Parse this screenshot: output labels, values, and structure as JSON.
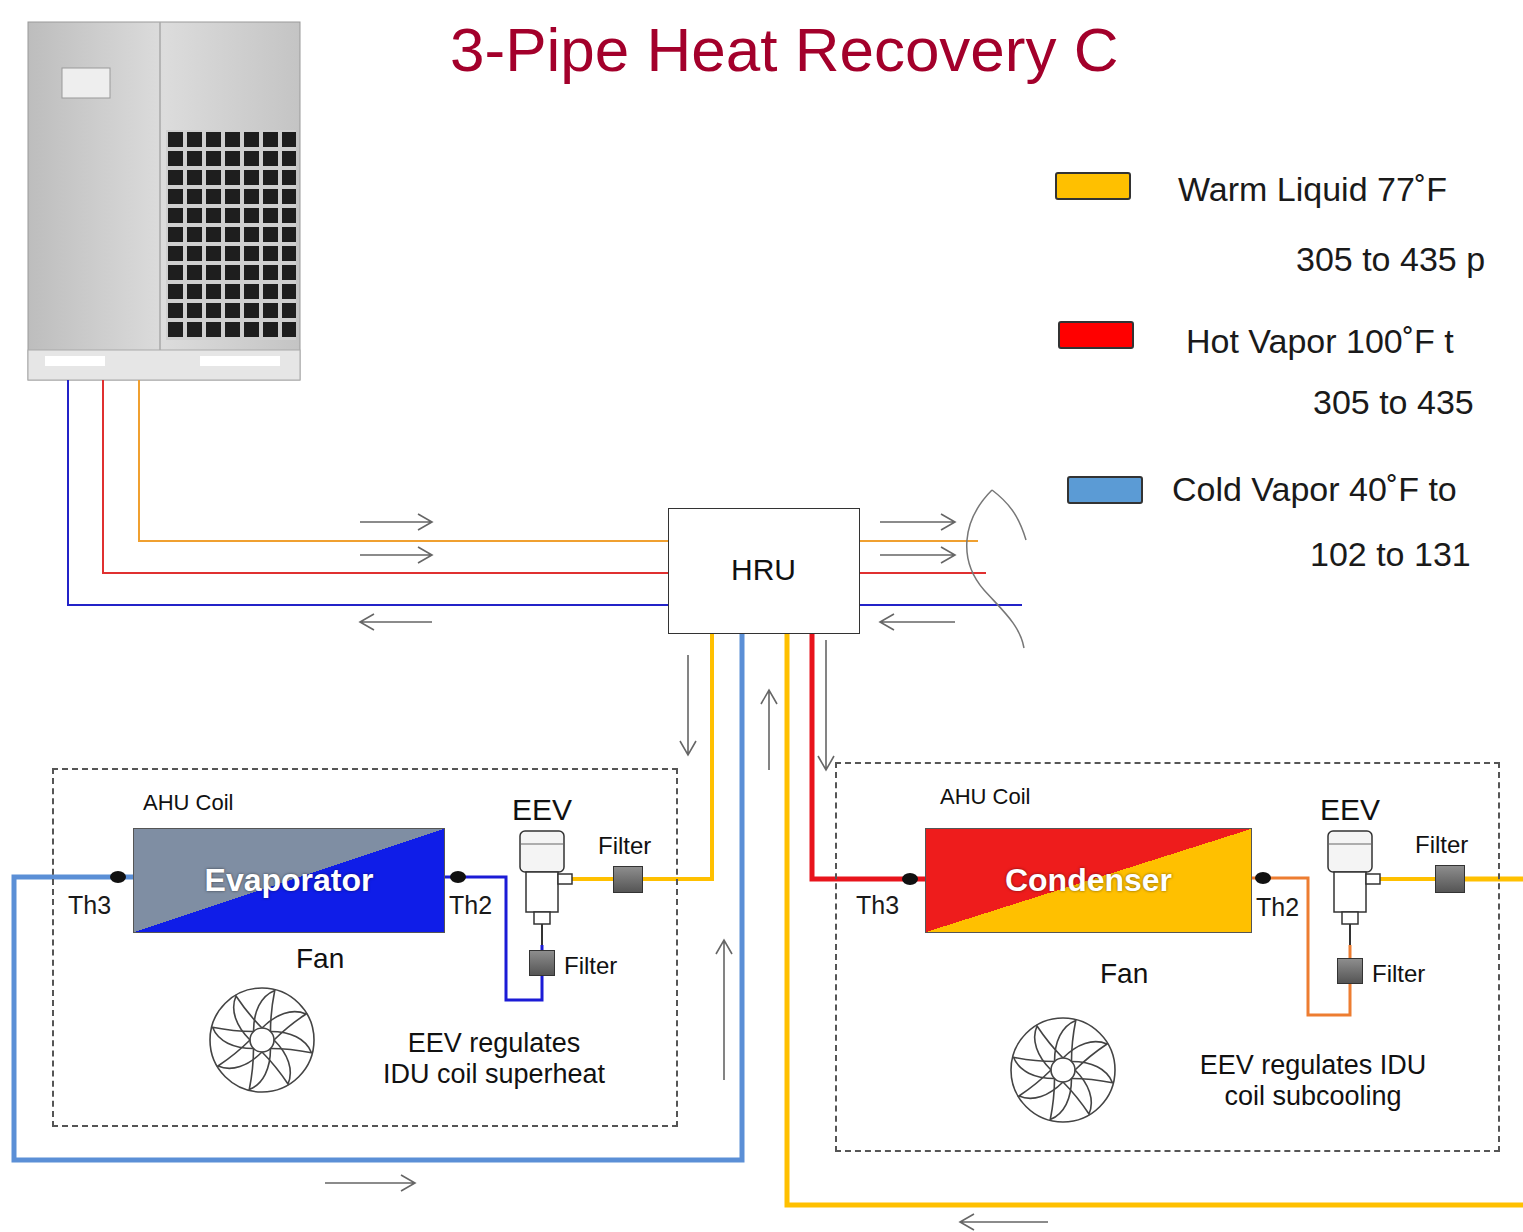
{
  "diagram": {
    "title": "3-Pipe Heat Recovery C",
    "nodes": [
      {
        "text": [
          "HRU"
        ]
      },
      {
        "text": [
          "AHU Coil",
          "Fan",
          "EEV regulates IDU coil superheat"
        ]
      },
      {
        "text": [
          "Evaporator"
        ],
        "in": 1
      },
      {
        "text": [
          "EEV"
        ],
        "in": 1
      },
      {
        "text": [
          "Filter"
        ],
        "in": 1
      },
      {
        "text": [
          "Filter"
        ],
        "in": 1
      },
      {
        "text": [
          "AHU Coil",
          "Fan",
          "EEV regulates IDU coil subcooling"
        ]
      },
      {
        "text": [
          "Condenser"
        ],
        "in": 6
      },
      {
        "text": [
          "EEV"
        ],
        "in": 6
      },
      {
        "text": [
          "Filter"
        ],
        "in": 6
      },
      {
        "text": [
          "Filter"
        ],
        "in": 6
      }
    ],
    "edges": [
      {
        "from": 0,
        "to": 4,
        "arrow": "none"
      },
      {
        "from": 4,
        "to": 3,
        "arrow": "none"
      },
      {
        "from": 3,
        "to": 5,
        "arrow": "none"
      },
      {
        "from": 5,
        "to": 2,
        "arrow": "none"
      },
      {
        "from": 2,
        "to": 0,
        "arrow": "none"
      },
      {
        "from": 0,
        "to": 7,
        "arrow": "none"
      },
      {
        "from": 7,
        "to": 10,
        "arrow": "none"
      },
      {
        "from": 10,
        "to": 8,
        "arrow": "none"
      },
      {
        "from": 8,
        "to": 9,
        "arrow": "none"
      },
      {
        "from": 9,
        "to": 0,
        "arrow": "none"
      }
    ],
    "labels": [
      "Th3",
      "Th2",
      "Th3",
      "Th2",
      "305 to 435 p",
      "305 to 435",
      "102 to 131"
    ],
    "legend": [
      {
        "text": "Warm Liquid 77˚F",
        "color": "#ffc000"
      },
      {
        "text": "Hot Vapor 100˚F t",
        "color": "#ff0000"
      },
      {
        "text": "Cold Vapor 40˚F to",
        "color": "#5b9bd5"
      }
    ]
  }
}
